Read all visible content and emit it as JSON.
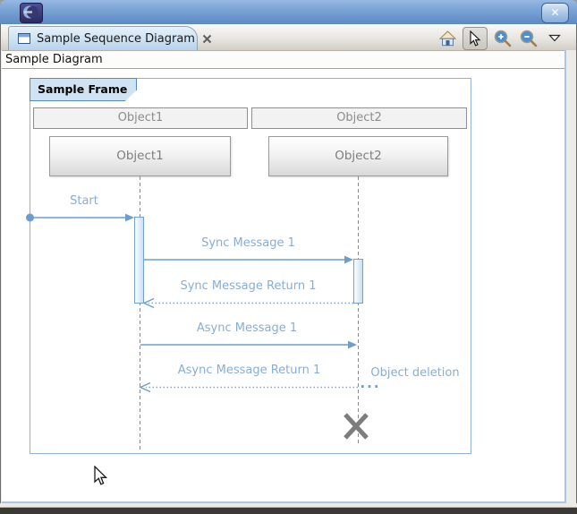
{
  "titlebar": {
    "close_glyph": "✕"
  },
  "tab": {
    "title": "Sample Sequence Diagram"
  },
  "breadcrumb": {
    "title": "Sample Diagram"
  },
  "diagram": {
    "frame_label": "Sample Frame",
    "columns": [
      {
        "label": "Object1"
      },
      {
        "label": "Object2"
      }
    ],
    "lifelines": [
      {
        "label": "Object1"
      },
      {
        "label": "Object2"
      }
    ],
    "messages": {
      "start": "Start",
      "sync1": "Sync Message 1",
      "sync1_return": "Sync Message Return 1",
      "async1": "Async Message 1",
      "async1_return": "Async Message Return 1",
      "deletion": "Object deletion",
      "deletion_ellipsis": "..."
    },
    "colors": {
      "message_line": "#6d9dcf",
      "message_text": "#85aed8",
      "frame_border": "#8fb2d5",
      "frame_label_bg": "#cfe3f3",
      "activation_border": "#74a2cf",
      "lifeline_dash": "#8a8a8a",
      "deletion_x": "#7d7d7d"
    }
  }
}
